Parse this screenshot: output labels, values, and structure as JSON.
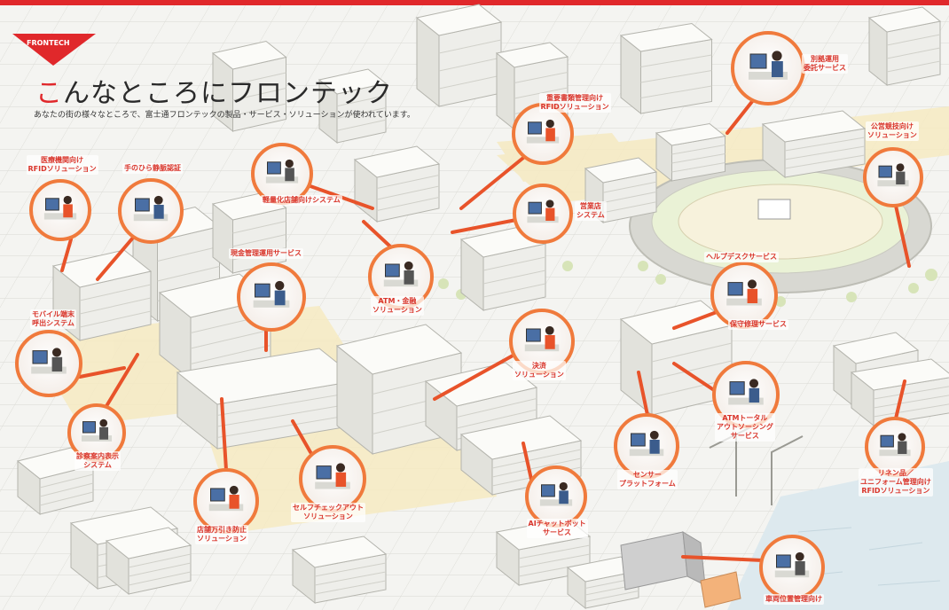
{
  "header": {
    "logo": "FRONTECH",
    "title_accent": "こ",
    "title_rest": "んなところにフロンテック",
    "subtitle": "あなたの街の様々なところで、富士通フロンテックの製品・サービス・ソリューションが使われています。"
  },
  "callouts": [
    {
      "id": "medical-rfid",
      "lines": [
        "医療機関向け",
        "RFIDソリューション"
      ]
    },
    {
      "id": "palm-vein",
      "lines": [
        "手のひら静脈認証"
      ]
    },
    {
      "id": "light-store",
      "lines": [
        "軽量化店舗向けシステム"
      ]
    },
    {
      "id": "document-rfid",
      "lines": [
        "重要書類管理向け",
        "RFIDソリューション"
      ]
    },
    {
      "id": "atm-ops",
      "lines": [
        "別拠運用",
        "委託サービス"
      ]
    },
    {
      "id": "public-race",
      "lines": [
        "公営競技向け",
        "ソリューション"
      ]
    },
    {
      "id": "branch-system",
      "lines": [
        "営業店",
        "システム"
      ]
    },
    {
      "id": "cash-mgmt",
      "lines": [
        "現金管理運用サービス"
      ]
    },
    {
      "id": "atm-finance",
      "lines": [
        "ATM・金融",
        "ソリューション"
      ]
    },
    {
      "id": "helpdesk",
      "lines": [
        "ヘルプデスクサービス"
      ]
    },
    {
      "id": "maintenance",
      "lines": [
        "保守修理サービス"
      ]
    },
    {
      "id": "mobile-call",
      "lines": [
        "モバイル端末",
        "呼出システム"
      ]
    },
    {
      "id": "payment",
      "lines": [
        "決済",
        "ソリューション"
      ]
    },
    {
      "id": "atm-outsourcing",
      "lines": [
        "ATMトータル",
        "アウトソーシング",
        "サービス"
      ]
    },
    {
      "id": "signage",
      "lines": [
        "診察案内表示",
        "システム"
      ]
    },
    {
      "id": "self-checkout",
      "lines": [
        "セルフチェックアウト",
        "ソリューション"
      ]
    },
    {
      "id": "sensor-platform",
      "lines": [
        "センサー",
        "プラットフォーム"
      ]
    },
    {
      "id": "linen-rfid",
      "lines": [
        "リネン品／",
        "ユニフォーム管理向け",
        "RFIDソリューション"
      ]
    },
    {
      "id": "shoplifting",
      "lines": [
        "店舗万引き防止",
        "ソリューション"
      ]
    },
    {
      "id": "ai-chatbot",
      "lines": [
        "AIチャットボット",
        "サービス"
      ]
    },
    {
      "id": "vehicle-position",
      "lines": [
        "車両位置管理向け"
      ]
    }
  ],
  "colors": {
    "accent": "#e8532a",
    "ring": "#f07a3c",
    "banner": "#e0282b",
    "label": "#d9352b",
    "background": "#f4f4f1"
  },
  "icons": {
    "logo": "frontech-logo-icon"
  }
}
